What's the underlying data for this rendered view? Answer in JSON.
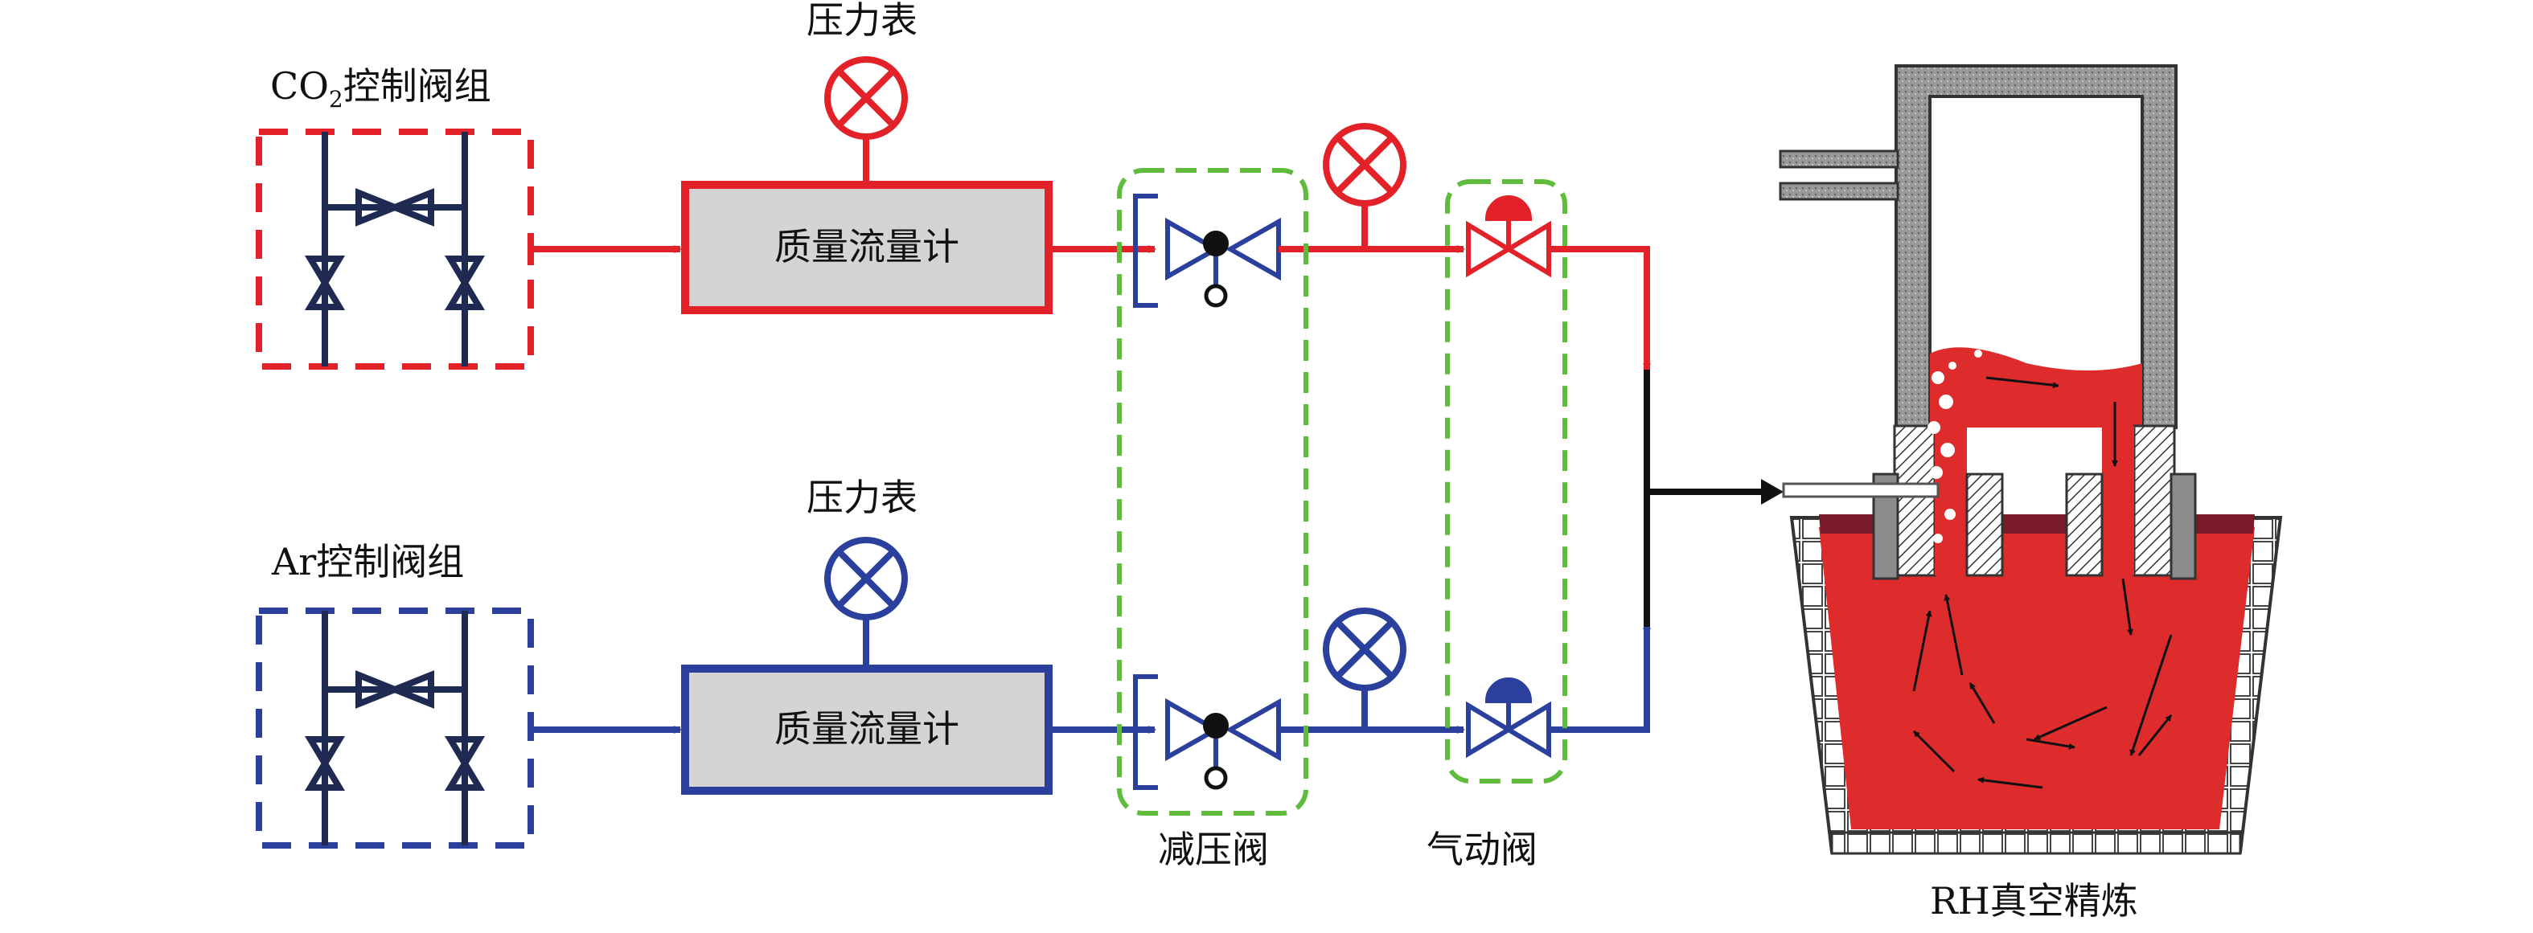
{
  "colors": {
    "co2_line": "#e32129",
    "ar_line": "#2b3f9c",
    "valve_group_icon": "#1f2a52",
    "reducer_group_border": "#5fbb3b",
    "flowmeter_fill": "#d4d4d4",
    "steel": "#de2c2c",
    "refractory_gray": "#8c8c8c"
  },
  "co2_line": {
    "valve_group_label": "CO",
    "valve_group_label_sub": "2",
    "valve_group_label_rest": "控制阀组",
    "gauge_label": "压力表",
    "flowmeter_label": "质量流量计"
  },
  "ar_line": {
    "valve_group_label": "Ar控制阀组",
    "gauge_label": "压力表",
    "flowmeter_label": "质量流量计"
  },
  "labels": {
    "reducing_valve": "减压阀",
    "pneumatic_valve": "气动阀",
    "rh_refining": "RH真空精炼"
  }
}
